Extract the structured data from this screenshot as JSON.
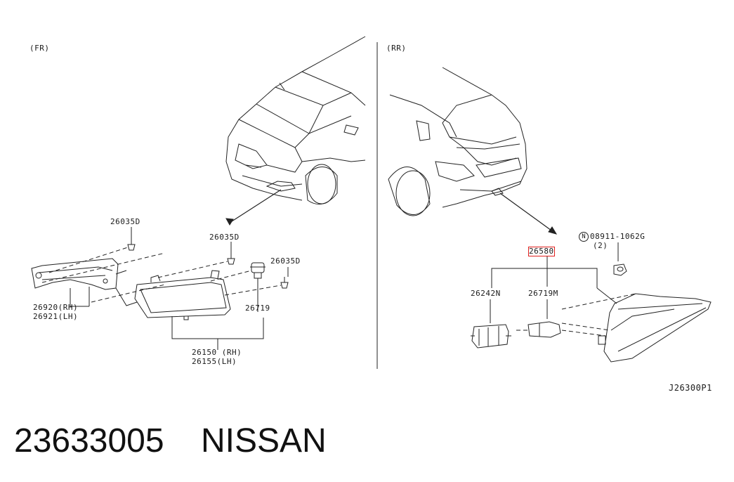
{
  "sections": {
    "front": "(FR)",
    "rear": "(RR)"
  },
  "front_parts": {
    "screw_1": "26035D",
    "screw_2": "26035D",
    "screw_3": "26035D",
    "bracket_rh": "26920(RH)",
    "bracket_lh": "26921(LH)",
    "bulb": "26719",
    "lamp_rh": "26150 (RH)",
    "lamp_lh": "26155(LH)"
  },
  "rear_parts": {
    "nut_symbol": "N",
    "nut": "08911-1062G",
    "nut_qty": "(2)",
    "assembly": "26580",
    "socket": "26242N",
    "bulb": "26719M"
  },
  "diagram_code": "J26300P1",
  "footer": {
    "part_number": "23633005",
    "brand": "NISSAN"
  },
  "colors": {
    "line": "#222222",
    "highlight": "#e0201e"
  }
}
